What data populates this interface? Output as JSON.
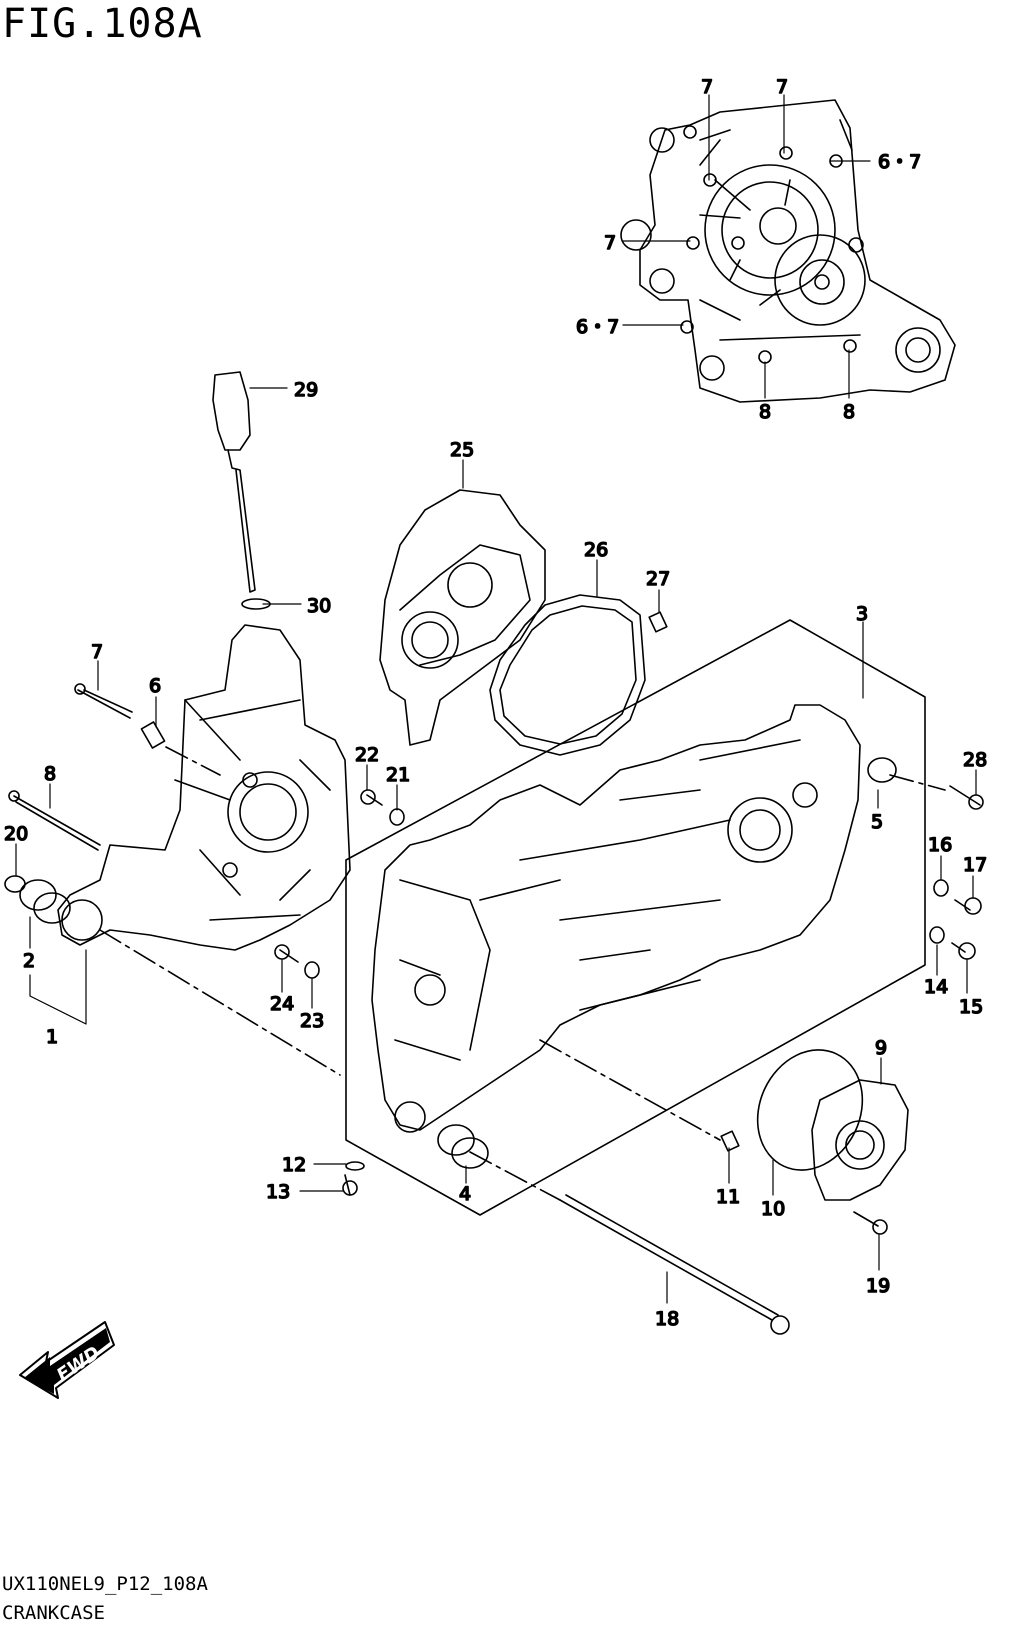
{
  "figure": {
    "title": "FIG.108A",
    "code": "UX110NEL9_P12_108A",
    "name": "CRANKCASE",
    "fwd_label": "FWD"
  },
  "callouts": [
    {
      "id": "c1",
      "label": "1"
    },
    {
      "id": "c2",
      "label": "2"
    },
    {
      "id": "c3",
      "label": "3"
    },
    {
      "id": "c4",
      "label": "4"
    },
    {
      "id": "c5",
      "label": "5"
    },
    {
      "id": "c6",
      "label": "6"
    },
    {
      "id": "c7a",
      "label": "7"
    },
    {
      "id": "c7b",
      "label": "7"
    },
    {
      "id": "c7c",
      "label": "7"
    },
    {
      "id": "c7d",
      "label": "7"
    },
    {
      "id": "c67a",
      "label": "6・7"
    },
    {
      "id": "c67b",
      "label": "6・7"
    },
    {
      "id": "c8a",
      "label": "8"
    },
    {
      "id": "c8b",
      "label": "8"
    },
    {
      "id": "c8c",
      "label": "8"
    },
    {
      "id": "c9",
      "label": "9"
    },
    {
      "id": "c10",
      "label": "10"
    },
    {
      "id": "c11",
      "label": "11"
    },
    {
      "id": "c12",
      "label": "12"
    },
    {
      "id": "c13",
      "label": "13"
    },
    {
      "id": "c14",
      "label": "14"
    },
    {
      "id": "c15",
      "label": "15"
    },
    {
      "id": "c16",
      "label": "16"
    },
    {
      "id": "c17",
      "label": "17"
    },
    {
      "id": "c18",
      "label": "18"
    },
    {
      "id": "c19",
      "label": "19"
    },
    {
      "id": "c20",
      "label": "20"
    },
    {
      "id": "c21",
      "label": "21"
    },
    {
      "id": "c22",
      "label": "22"
    },
    {
      "id": "c23",
      "label": "23"
    },
    {
      "id": "c24",
      "label": "24"
    },
    {
      "id": "c25",
      "label": "25"
    },
    {
      "id": "c26",
      "label": "26"
    },
    {
      "id": "c27",
      "label": "27"
    },
    {
      "id": "c28",
      "label": "28"
    },
    {
      "id": "c29",
      "label": "29"
    },
    {
      "id": "c30",
      "label": "30"
    }
  ]
}
